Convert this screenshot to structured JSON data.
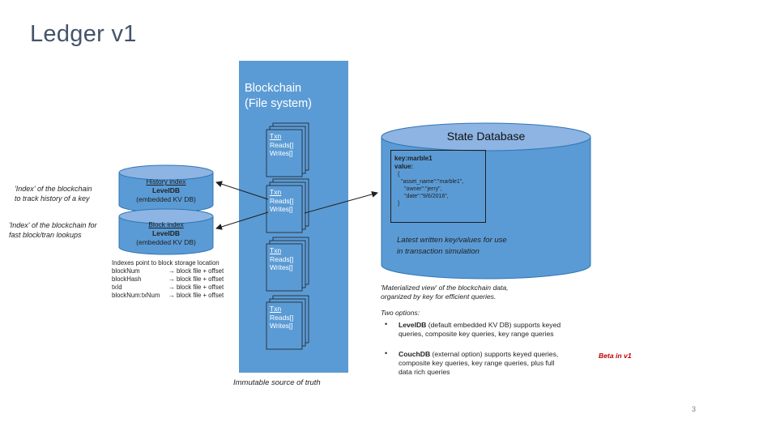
{
  "slide": {
    "title": "Ledger v1",
    "page_number": "3"
  },
  "blockchain": {
    "title_line1": "Blockchain",
    "title_line2": "(File system)",
    "caption": "Immutable source of truth",
    "txn_label": "Txn",
    "reads_label": "Reads[]",
    "writes_label": "Writes[]",
    "fill_color": "#5b9bd5"
  },
  "history_index": {
    "title": "History index",
    "engine": "LevelDB",
    "desc": "(embedded KV DB)",
    "note_line1": "'Index' of the blockchain",
    "note_line2": "to track history of a key"
  },
  "block_index": {
    "title": "Block index",
    "engine": "LevelDB",
    "desc": "(embedded KV DB)",
    "note_line1": "'Index' of the blockchain for",
    "note_line2": "fast block/tran lookups"
  },
  "index_pointers": {
    "heading": "Indexes point to block storage location",
    "rows": [
      {
        "key": "blockNum",
        "value": "→ block file + offset"
      },
      {
        "key": "blockHash",
        "value": "→ block file + offset"
      },
      {
        "key": "txId",
        "value": "→ block file + offset"
      },
      {
        "key": "blockNum:txNum",
        "value": "→ block file + offset"
      }
    ]
  },
  "state_db": {
    "title": "State Database",
    "key_line": "key:marble1",
    "value_label": "value:",
    "value_lines": [
      "{",
      "\"asset_name\":\"marble1\",",
      "\"owner\":\"jerry\",",
      "\"date\":\"9/6/2016\",",
      "}"
    ],
    "note_line1": "Latest written key/values for use",
    "note_line2": "in transaction simulation"
  },
  "options": {
    "materialized_line1": "'Materialized view' of the blockchain data,",
    "materialized_line2": "organized by key for efficient queries.",
    "heading": "Two options:",
    "leveldb_name": "LevelDB",
    "leveldb_line1": " (default embedded KV DB) supports keyed",
    "leveldb_line2": "queries, composite key queries, key range queries",
    "couchdb_name": "CouchDB",
    "couchdb_line1": " (external option) supports keyed queries,",
    "couchdb_line2": "composite key queries, key range queries, plus full",
    "couchdb_line3": "data rich queries",
    "beta": "Beta in v1",
    "beta_color": "#c00000"
  }
}
